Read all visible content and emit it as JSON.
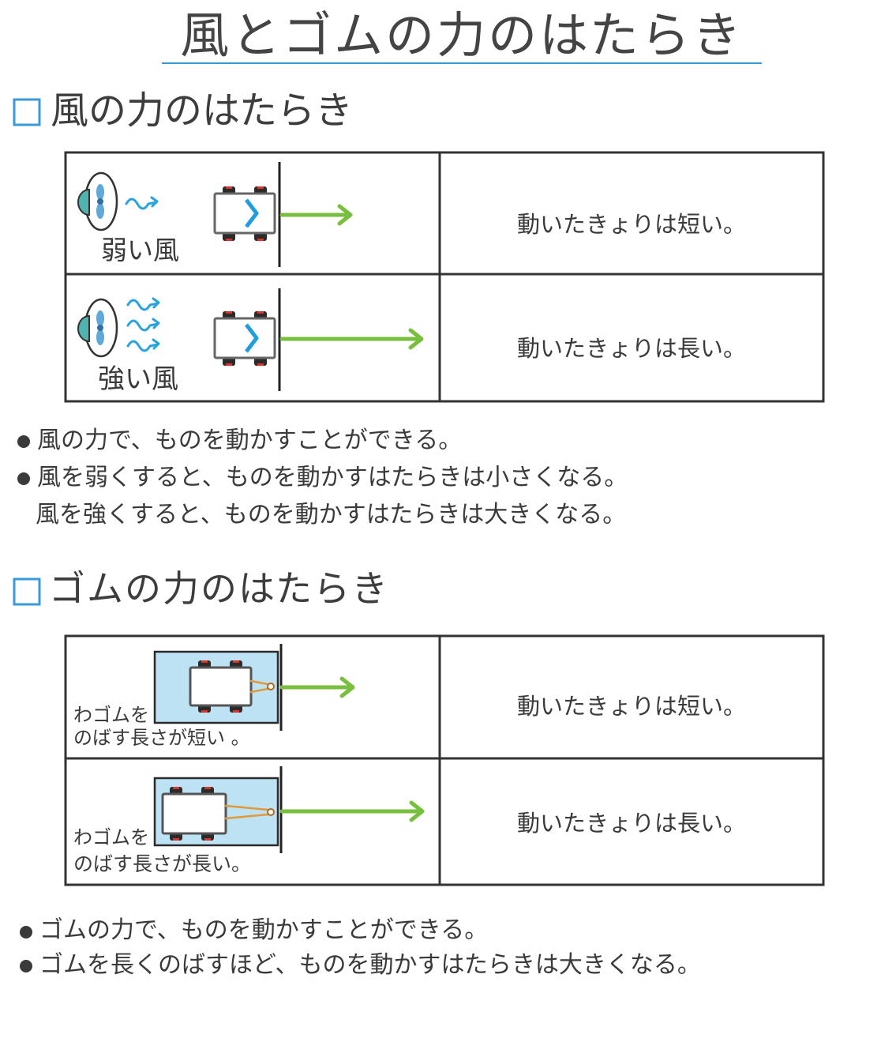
{
  "title": "風とゴムの力のはたらき",
  "colors": {
    "accent_blue": "#3a9ad9",
    "wind_blue": "#29a3e0",
    "arrow_green": "#79bf3e",
    "ink": "#333333",
    "board_blue": "#bde2f4",
    "fan_teal": "#4fb3b0",
    "rubber_orange": "#e09a3a"
  },
  "icons": {
    "fan": "fan-icon",
    "wind": "wind-arrow-icon",
    "car": "car-icon",
    "rubber_band": "rubber-band-icon",
    "motion": "motion-arrow-icon"
  },
  "wind_section": {
    "heading": "風の力のはたらき",
    "rows": [
      {
        "label_lines": [
          "弱い風"
        ],
        "result": "動いたきょりは短い。"
      },
      {
        "label_lines": [
          "強い風"
        ],
        "result": "動いたきょりは長い。"
      }
    ],
    "bullets": [
      {
        "lines": [
          "風の力で、ものを動かすことができる。"
        ]
      },
      {
        "lines": [
          "風を弱くすると、ものを動かすはたらきは小さくなる。",
          "風を強くすると、ものを動かすはたらきは大きくなる。"
        ]
      }
    ]
  },
  "rubber_section": {
    "heading": "ゴムの力のはたらき",
    "rows": [
      {
        "label_lines": [
          "わゴムを",
          "のばす長さが短い 。"
        ],
        "result": "動いたきょりは短い。"
      },
      {
        "label_lines": [
          "わゴムを",
          "のばす長さが長い。"
        ],
        "result": "動いたきょりは長い。"
      }
    ],
    "bullets": [
      {
        "lines": [
          "ゴムの力で、ものを動かすことができる。"
        ]
      },
      {
        "lines": [
          "ゴムを長くのばすほど、ものを動かすはたらきは大きくなる。"
        ]
      }
    ]
  }
}
